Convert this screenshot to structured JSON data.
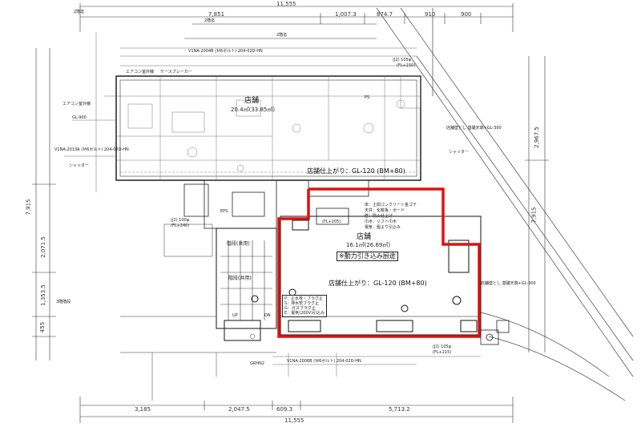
{
  "drawing": {
    "dims_top": {
      "total": "11,555",
      "a": "7,851",
      "b": "1,007.3",
      "c": "874.7",
      "d": "910",
      "e": "900"
    },
    "dims_bottom": {
      "total": "11,555",
      "a": "3,185",
      "b": "2,047.5",
      "c": "609.3",
      "d": "5,713.2"
    },
    "dims_left": {
      "a": "7,915",
      "b": "2,071.5",
      "c": "1,353.5",
      "d": "455"
    },
    "dims_right": {
      "a": "2,967.5",
      "b": "7,915"
    },
    "rooms": {
      "shop_upper_name": "店舗",
      "shop_upper_area": "20.4㎡(33.85㎡)",
      "shop_upper_floor": "店舗仕上がり：GL-120 (BM+80)",
      "shop_main_name": "店舗",
      "shop_main_area": "16.1㎡(26.69㎡)",
      "power_note": "※動力引き込み厨途",
      "shop_main_floor": "店舗仕上がり：GL-120 (BM+80)",
      "stairs": "階段(共用)",
      "stairs_inner": "階段(共用)",
      "third_floor": "3階階段"
    },
    "notes": {
      "top_floor": "2階迄",
      "top_floor_2": "2階迄",
      "top_floor_3": "2階迄",
      "spec_top": "V1NA-2004B (Ｍ6ボルト) 204-02D-HN",
      "spec_bottom": "V1NA-2006B (Ｍ6ボルト) 204-02D-HN",
      "spec_left": "V1NA-2013A (Ｍ6ボルト) 204-02D-HN",
      "ac_pipe": "エアコン室外機",
      "ac_pipe_2": "エアコン室外機",
      "case_breaker": "ケースブレーカー",
      "shutter": "シャッター",
      "shutter_right": "シャッター",
      "wall_right_1": "店舗壁どし 基礎天端+GL-300",
      "wall_right_2": "店舗壁どし 基礎天端+GL-300",
      "floor_note_1": "床：土間コンクリート金ゴテ",
      "floor_note_2": "天井：化粧板・ボード",
      "floor_note_3": "壁：防火仕上げ",
      "floor_note_4": "巾木：ソフト巾木",
      "floor_note_5": "電気：盤より引込み",
      "legend_1": "P：止水栓・ブラグ止",
      "legend_2": "S：排水管ブラグ止",
      "legend_3": "G：ガスブラグ止",
      "legend_4": "E：電気(200V)引込み",
      "grhn": "GRHN2",
      "pfl_left": "(FL+240)",
      "pfl_right": "(FL+215)",
      "pfl_right_top": "(FL+150)",
      "j2": "(J2) 105φ",
      "j2_top": "(J2) 105φ",
      "j2_left": "(J2) 100φ",
      "pfl_small": "(FL+205)",
      "gl_900": "GL-900",
      "ps_1": "PS",
      "eps": "EPS",
      "up": "UP",
      "dn": "DN"
    }
  }
}
